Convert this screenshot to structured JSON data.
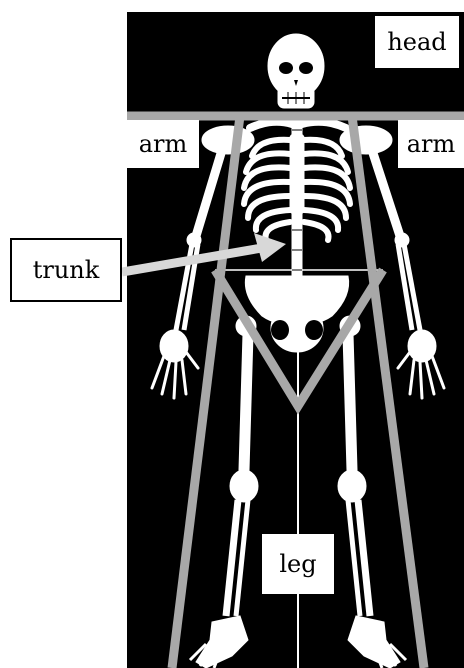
{
  "labels": {
    "head": "head",
    "arm_left": "arm",
    "arm_right": "arm",
    "trunk": "trunk",
    "leg": "leg"
  },
  "colors": {
    "background_panel": "#000000",
    "bone": "#ffffff",
    "divider": "#a8a8a8",
    "label_box": "#ffffff"
  }
}
